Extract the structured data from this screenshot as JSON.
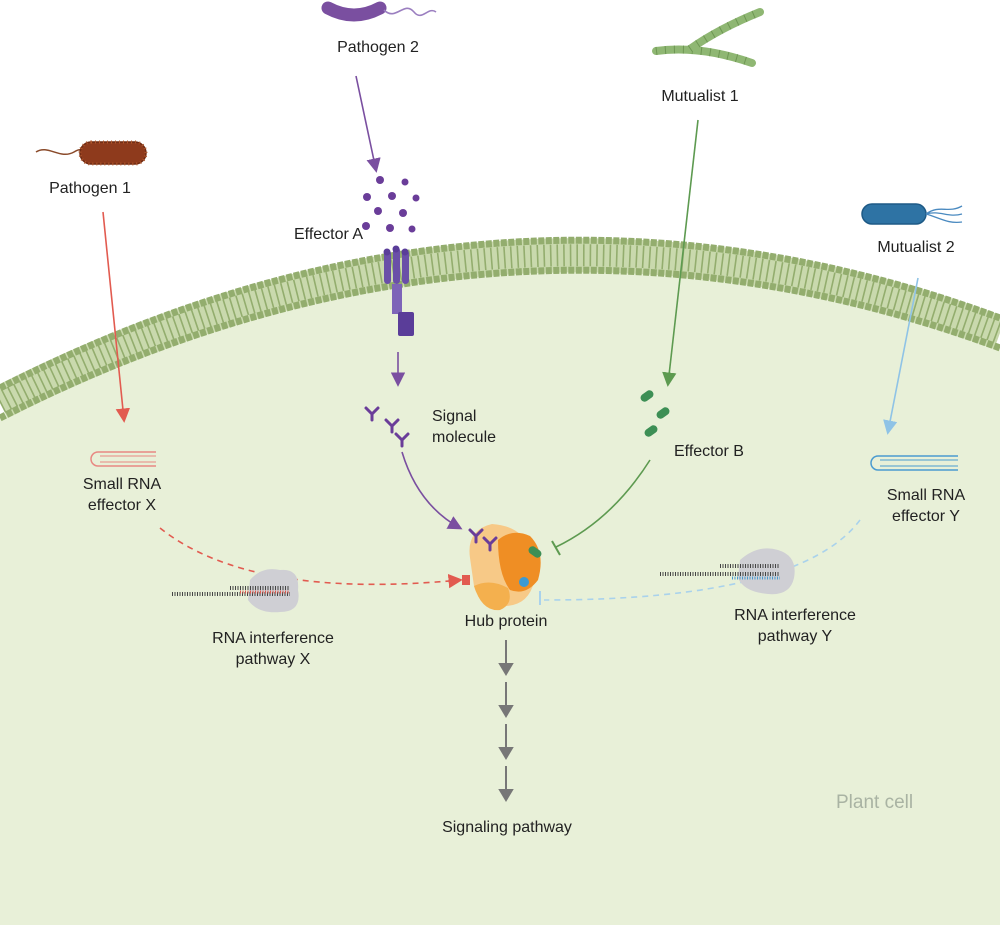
{
  "labels": {
    "pathogen1": "Pathogen 1",
    "pathogen2": "Pathogen 2",
    "mutualist1": "Mutualist 1",
    "mutualist2": "Mutualist 2",
    "effector_a": "Effector A",
    "effector_b": "Effector B",
    "signal_molecule": [
      "Signal",
      "molecule"
    ],
    "small_rna_x": [
      "Small RNA",
      "effector X"
    ],
    "small_rna_y": [
      "Small RNA",
      "effector Y"
    ],
    "rnai_x": [
      "RNA interference",
      "pathway X"
    ],
    "rnai_y": [
      "RNA interference",
      "pathway Y"
    ],
    "hub_protein": "Hub protein",
    "signaling_pathway": "Signaling pathway",
    "plant_cell": "Plant cell"
  },
  "colors": {
    "cytoplasm": "#e8f0d8",
    "membrane": "#93ad6e",
    "pathogen1": "#e25b50",
    "pathogen2": "#7a4fa0",
    "mutualist1": "#5d9a50",
    "mutualist2": "#8fc3e6",
    "hub": "#f0962c",
    "signaling": "#777777"
  },
  "icons": [
    "rod-bacterium-icon",
    "flagellated-bacterium-icon",
    "filamentous-fungus-icon",
    "receptor-icon",
    "hairpin-rna-icon",
    "argonaute-complex-icon"
  ]
}
